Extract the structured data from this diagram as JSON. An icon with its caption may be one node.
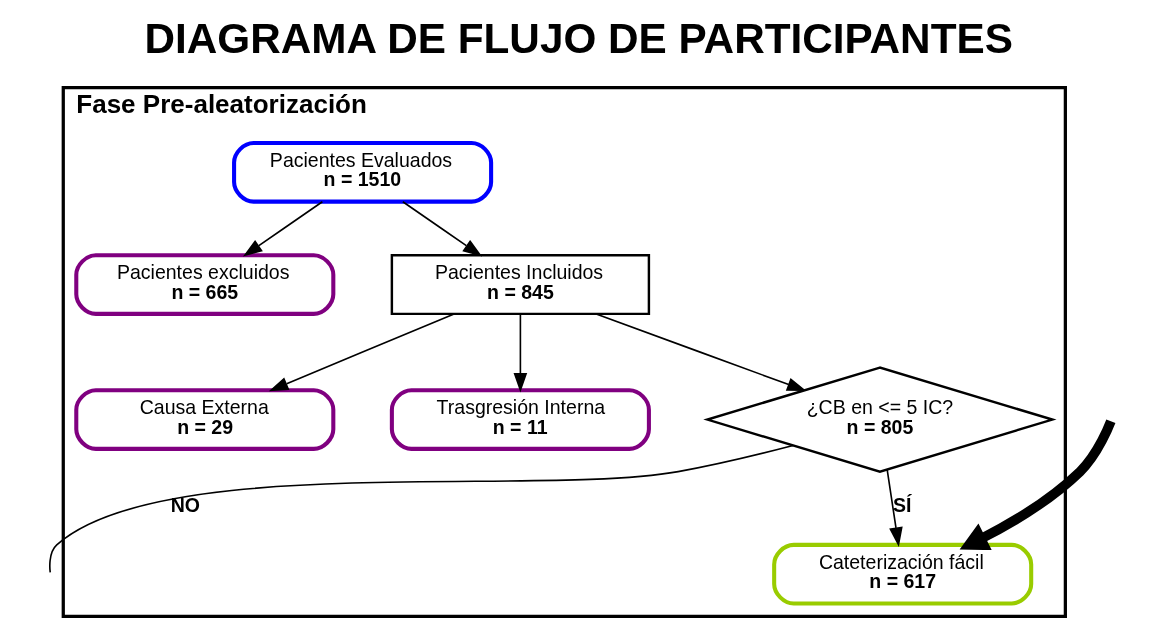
{
  "diagram": {
    "title": "DIAGRAMA DE FLUJO DE PARTICIPANTES",
    "nodes": [
      {
        "text": [
          "Fase Pre-aleatorización"
        ]
      },
      {
        "text": [
          "Pacientes Evaluados",
          "n = 1510"
        ],
        "in": 0
      },
      {
        "text": [
          "Pacientes excluidos",
          "n = 665"
        ],
        "in": 0
      },
      {
        "text": [
          "Pacientes Incluidos",
          "n = 845"
        ],
        "in": 0
      },
      {
        "text": [
          "Causa Externa",
          "n = 29"
        ],
        "in": 0
      },
      {
        "text": [
          "Trasgresión Interna",
          "n = 11"
        ],
        "in": 0
      },
      {
        "text": [
          "¿CB en <= 5 IC?",
          "n = 805"
        ],
        "in": 0
      },
      {
        "text": [
          "Cateterización fácil",
          "n = 617"
        ],
        "in": 0
      }
    ],
    "edges": [
      {
        "from": 1,
        "to": 3,
        "arrow": "to"
      },
      {
        "from": 1,
        "to": 2,
        "arrow": "to"
      },
      {
        "from": 3,
        "to": 4,
        "arrow": "to"
      },
      {
        "from": 3,
        "to": 5,
        "arrow": "to"
      },
      {
        "from": 3,
        "to": 6,
        "arrow": "to"
      },
      {
        "from": 6,
        "to": 7,
        "arrow": "to",
        "label": "SÍ"
      },
      {
        "from": 6,
        "to": null,
        "arrow": "none",
        "label": "NO"
      },
      {
        "from": null,
        "to": 7,
        "arrow": "to",
        "style": "thick"
      }
    ]
  }
}
